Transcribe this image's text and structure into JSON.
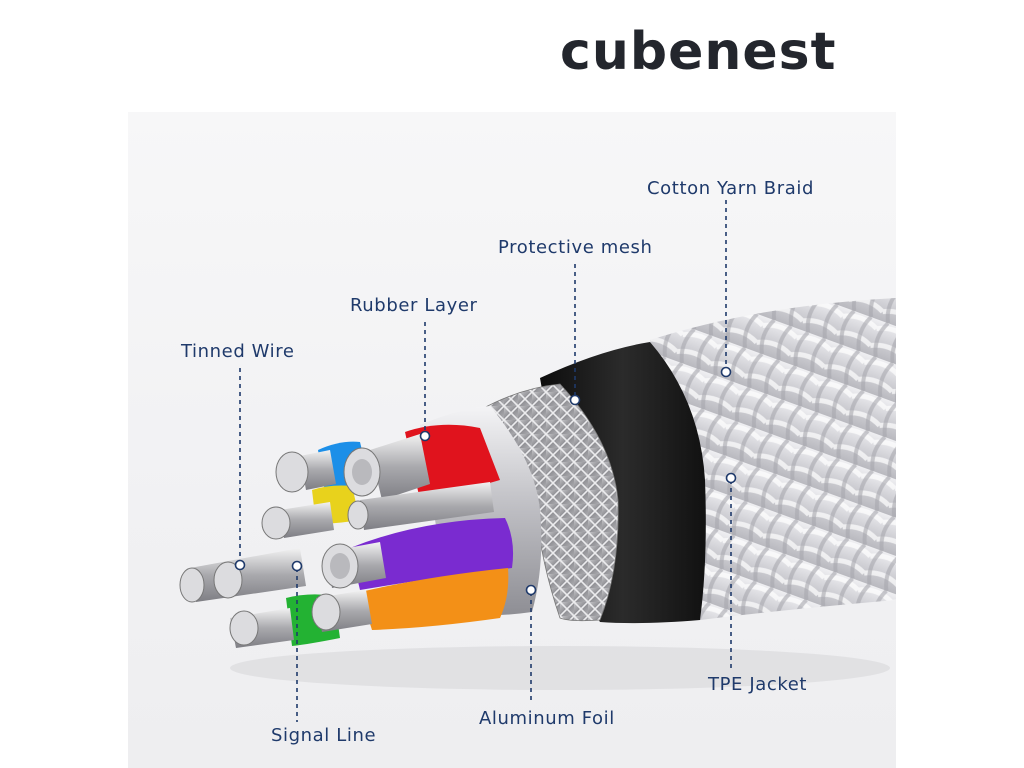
{
  "brand": {
    "name": "cubenest"
  },
  "labels": {
    "cotton_yarn_braid": "Cotton Yarn Braid",
    "protective_mesh": "Protective mesh",
    "rubber_layer": "Rubber Layer",
    "tinned_wire": "Tinned Wire",
    "tpe_jacket": "TPE Jacket",
    "aluminum_foil": "Aluminum Foil",
    "signal_line": "Signal Line"
  },
  "colors": {
    "label_text": "#1f3a6b",
    "leader_line": "#1f3a6b",
    "core_red": "#e0131d",
    "core_blue": "#1c8fe8",
    "core_purple": "#7a2bd0",
    "core_orange": "#f39017",
    "core_green": "#23b233",
    "core_yellow": "#e8d21c",
    "jacket": "#1c1c1c",
    "braid": "#d8d8dc"
  }
}
